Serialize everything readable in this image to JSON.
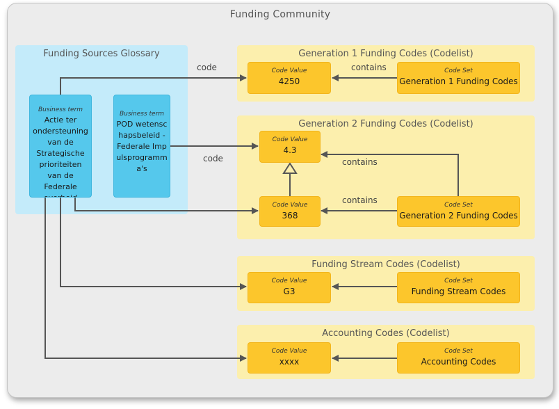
{
  "frame": {
    "title": "Funding Community"
  },
  "groups": {
    "glossary": {
      "title": "Funding Sources Glossary"
    },
    "gen1": {
      "title": "Generation 1 Funding Codes (Codelist)"
    },
    "gen2": {
      "title": "Generation 2 Funding Codes (Codelist)"
    },
    "stream": {
      "title": "Funding Stream Codes (Codelist)"
    },
    "accounting": {
      "title": "Accounting Codes (Codelist)"
    }
  },
  "nodes": {
    "bt1": {
      "kind": "Business term",
      "label": "Actie ter ondersteuning van de Strategische prioriteiten van de Federale overheid"
    },
    "bt2": {
      "kind": "Business term",
      "label": "POD wetenschapsbeleid - Federale Impulsprogramma's"
    },
    "cv_4250": {
      "kind": "Code Value",
      "label": "4250"
    },
    "cs_gen1": {
      "kind": "Code Set",
      "label": "Generation 1 Funding Codes"
    },
    "cv_43": {
      "kind": "Code Value",
      "label": "4.3"
    },
    "cv_368": {
      "kind": "Code Value",
      "label": "368"
    },
    "cs_gen2": {
      "kind": "Code Set",
      "label": "Generation 2 Funding Codes"
    },
    "cv_g3": {
      "kind": "Code Value",
      "label": "G3"
    },
    "cs_stream": {
      "kind": "Code Set",
      "label": "Funding Stream Codes"
    },
    "cv_xxxx": {
      "kind": "Code Value",
      "label": "xxxx"
    },
    "cs_acc": {
      "kind": "Code Set",
      "label": "Accounting Codes"
    }
  },
  "edge_labels": {
    "code_1": "code",
    "code_2": "code",
    "contains_1": "contains",
    "contains_2": "contains",
    "contains_3": "contains"
  },
  "colors": {
    "frame": "#ececec",
    "group_blue": "#c4ebfa",
    "group_yellow": "#fcefad",
    "node_yellow": "#fcc62c",
    "node_blue": "#55c8ec",
    "edge": "#555555"
  }
}
